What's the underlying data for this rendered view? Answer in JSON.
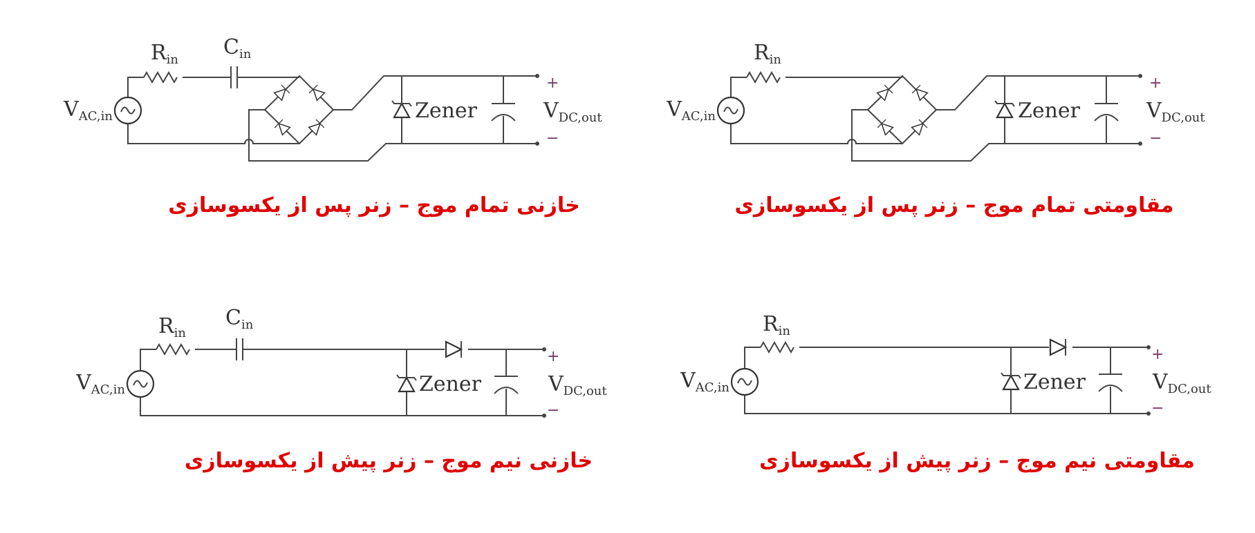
{
  "labels": {
    "R": "R",
    "C": "C",
    "in": "in",
    "V": "V",
    "ac_sub": "AC,in",
    "dc_sub": "DC,out",
    "zener": "Zener",
    "plus": "+",
    "minus": "−"
  },
  "panels": [
    {
      "caption": "خازنی تمام موج – زنر پس از یکسوسازی"
    },
    {
      "caption": "مقاومتی تمام موج – زنر پس از یکسوسازی"
    },
    {
      "caption": "خازنی نیم موج – زنر پیش از یکسوسازی"
    },
    {
      "caption": "مقاومتی نیم موج – زنر پیش از یکسوسازی"
    }
  ],
  "colors": {
    "caption": "#e00000",
    "wire": "#444444"
  }
}
